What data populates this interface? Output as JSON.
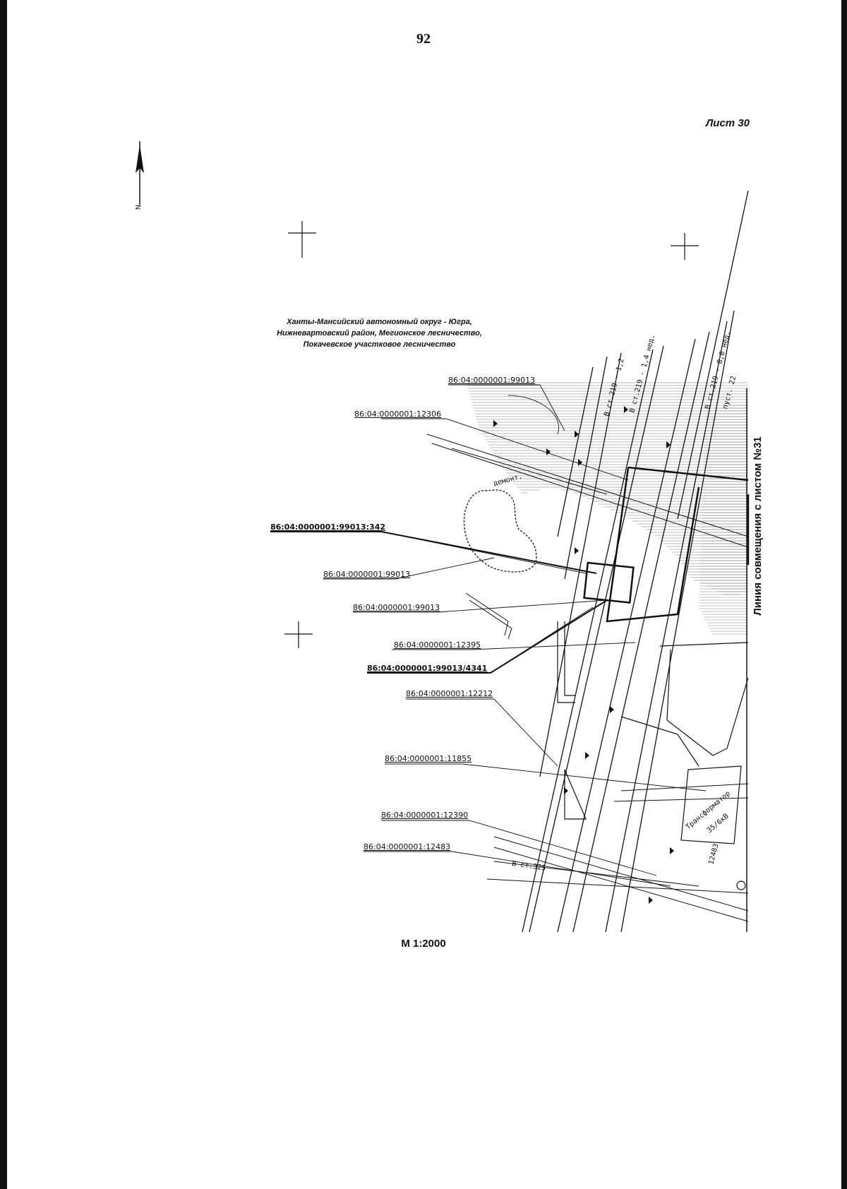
{
  "page": {
    "number": "92",
    "sheet": "Лист 30",
    "scale": "М 1:2000"
  },
  "map": {
    "region_lines": [
      "Ханты-Мансийский автономный округ - Югра,",
      "Нижневартовский район, Мегионское лесничество,",
      "Покачевское участковое лесничество"
    ],
    "match_line": "Линия совмещения с листом №31",
    "north_letter": "N",
    "parcels": [
      "86:04:0000001:99013",
      "86:04:0000001:12306",
      "86:04:0000001:99013:342",
      "86:04:0000001:99013",
      "86:04:0000001:99013",
      "86:04:0000001:12395",
      "86:04:0000001:99013/4341",
      "86:04:0000001:12212",
      "86:04:0000001:11855",
      "86:04:0000001:12390",
      "86:04:0000001:12483"
    ],
    "map_texts": {
      "pipe_219_12": "В ст.219 - 1,2",
      "pipe_219_14": "В ст.219 - 1,4 нед.",
      "pipe_219_5": "В ст.219 - 8,0 нед.",
      "pipe_22": "пуст. 22",
      "pipe_325": "В ст.325",
      "demont": "демонт.",
      "transformer": "Трансформатор",
      "transformer_code": "35/6кВ",
      "code_12483": "12483"
    }
  },
  "colors": {
    "ink": "#111111",
    "hatch": "#7a7a7a",
    "paper": "#ffffff"
  }
}
